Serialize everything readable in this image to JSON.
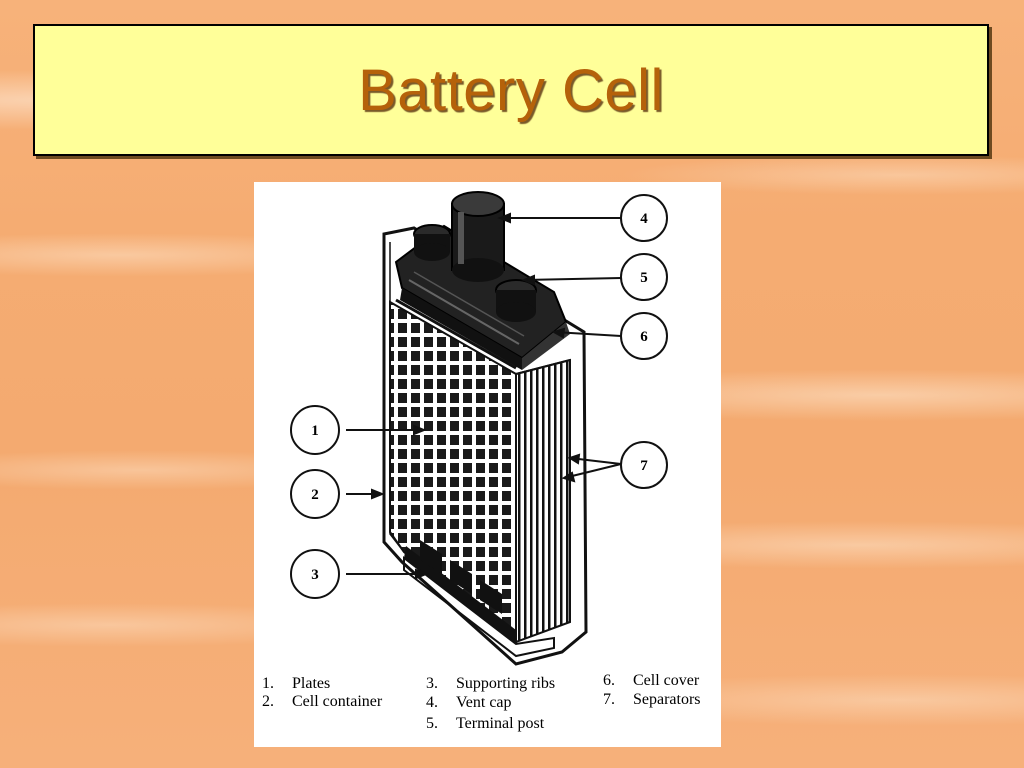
{
  "slide": {
    "title": "Battery Cell"
  },
  "diagram": {
    "callouts": [
      {
        "number": "1"
      },
      {
        "number": "2"
      },
      {
        "number": "3"
      },
      {
        "number": "4"
      },
      {
        "number": "5"
      },
      {
        "number": "6"
      },
      {
        "number": "7"
      }
    ],
    "legend": [
      {
        "number": "1.",
        "label": "Plates"
      },
      {
        "number": "2.",
        "label": "Cell container"
      },
      {
        "number": "3.",
        "label": "Supporting ribs"
      },
      {
        "number": "4.",
        "label": "Vent cap"
      },
      {
        "number": "5.",
        "label": "Terminal post"
      },
      {
        "number": "6.",
        "label": "Cell cover"
      },
      {
        "number": "7.",
        "label": "Separators"
      }
    ]
  }
}
